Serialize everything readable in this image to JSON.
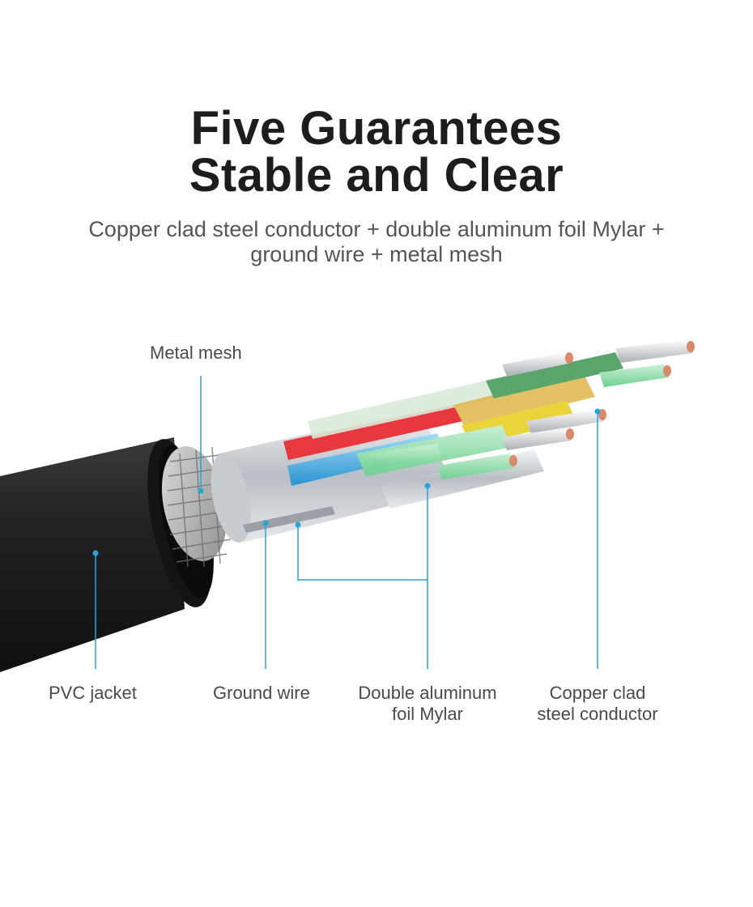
{
  "header": {
    "title_line1": "Five Guarantees",
    "title_line2": "Stable and Clear",
    "subtitle_line1": "Copper clad steel conductor + double aluminum foil Mylar +",
    "subtitle_line2": "ground wire + metal mesh"
  },
  "labels": {
    "metal_mesh": "Metal mesh",
    "pvc_jacket": "PVC jacket",
    "ground_wire": "Ground wire",
    "mylar_line1": "Double aluminum",
    "mylar_line2": "foil Mylar",
    "conductor_line1": "Copper clad",
    "conductor_line2": "steel conductor"
  },
  "colors": {
    "leader_line": "#29a3d8",
    "jacket": "#1f1f21",
    "red_wire": "#e8383d",
    "blue_wire": "#3aa6e0",
    "green_wire": "#8fd7a8",
    "yellow_wire": "#e9d43c",
    "copper": "#d98a6a"
  }
}
